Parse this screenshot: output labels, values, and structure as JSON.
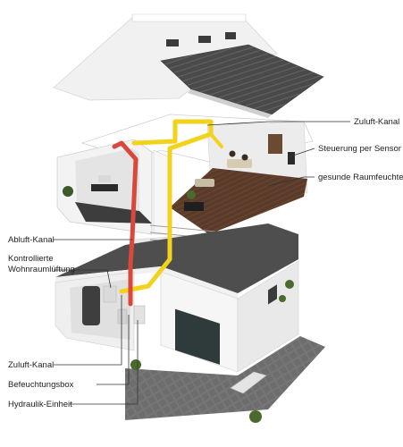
{
  "labels": {
    "zuluft_kanal_top": "Zuluft-Kanal",
    "steuerung": "Steuerung per Sensor",
    "raumfeuchte": "gesunde Raumfeuchte",
    "abluft_kanal": "Abluft-Kanal",
    "kwl_line1": "Kontrollierte",
    "kwl_line2": "Wohnraumlüftung",
    "zuluft_kanal_bottom": "Zuluft-Kanal",
    "befeuchtungsbox": "Befeuchtungsbox",
    "hydraulik": "Hydraulik-Einheit"
  },
  "colors": {
    "zuluft_duct": "#f2d21b",
    "abluft_duct": "#d9483b",
    "floor_wood": "#5a3b2a",
    "wall": "#f4f4f4",
    "roof_tiles": "#4d4d4d",
    "terrace": "#6f6f6f",
    "label_text": "#222222"
  }
}
